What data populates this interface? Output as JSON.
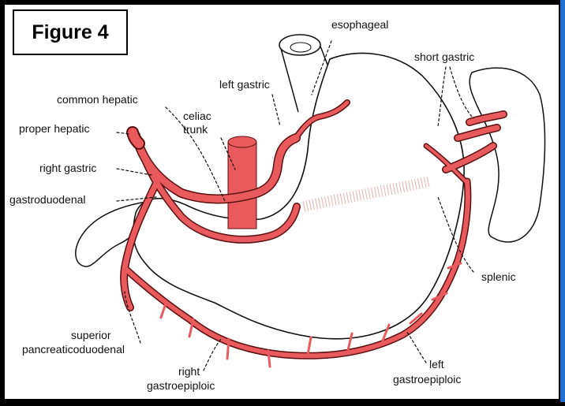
{
  "figure_label": "Figure 4",
  "colors": {
    "artery": "#e85a5e",
    "artery_outline": "#5a1010",
    "outline": "#111111",
    "frame": "#000000",
    "background": "#ffffff",
    "right_edge": "#1e6fd0"
  },
  "labels": {
    "esophageal": "esophageal",
    "short_gastric": "short gastric",
    "left_gastric": "left gastric",
    "common_hepatic": "common hepatic",
    "celiac_trunk_line1": "celiac",
    "celiac_trunk_line2": "trunk",
    "proper_hepatic": "proper hepatic",
    "right_gastric": "right gastric",
    "gastroduodenal": "gastroduodenal",
    "splenic": "splenic",
    "superior_pancreaticoduodenal_line1": "superior",
    "superior_pancreaticoduodenal_line2": "pancreaticoduodenal",
    "right_gastroepiploic_line1": "right",
    "right_gastroepiploic_line2": "gastroepiploic",
    "left_gastroepiploic_line1": "left",
    "left_gastroepiploic_line2": "gastroepiploic"
  }
}
